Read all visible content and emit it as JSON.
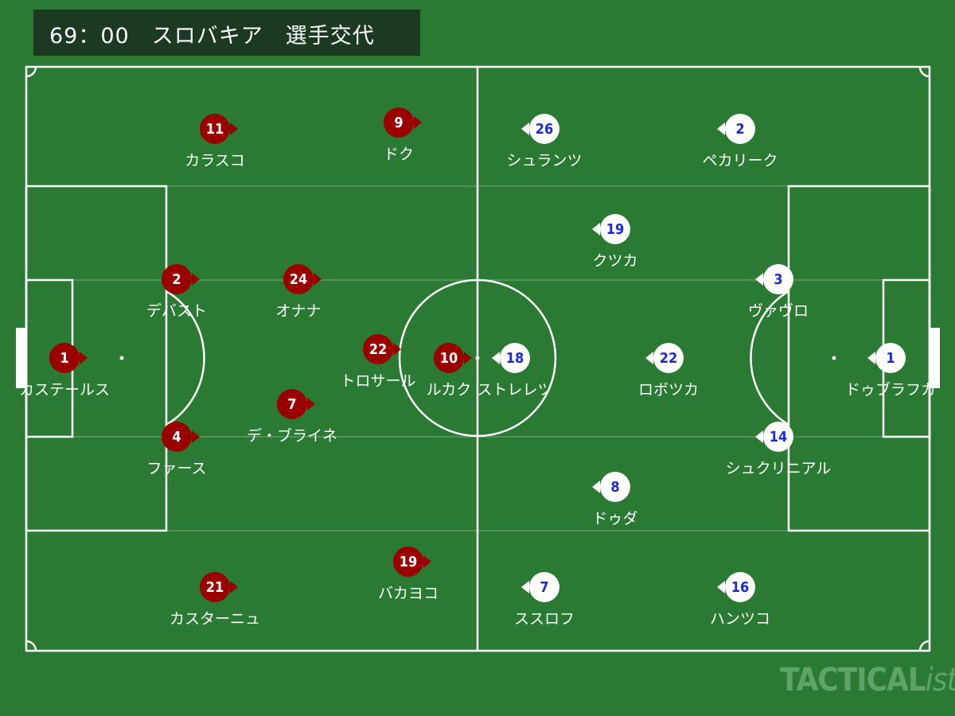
{
  "header": {
    "title": "69：00　スロバキア　選手交代"
  },
  "watermark": {
    "brand": "TACTICAL",
    "suffix": "ista"
  },
  "colors": {
    "pitch": "#2a7a33",
    "home_team": "#9b0000",
    "away_team": "#ffffff",
    "away_number": "#1a2bd6"
  },
  "home_players": [
    {
      "number": "1",
      "name": "カステールス"
    },
    {
      "number": "2",
      "name": "デバスト"
    },
    {
      "number": "4",
      "name": "ファース"
    },
    {
      "number": "11",
      "name": "カラスコ"
    },
    {
      "number": "24",
      "name": "オナナ"
    },
    {
      "number": "7",
      "name": "デ・ブライネ"
    },
    {
      "number": "21",
      "name": "カスターニュ"
    },
    {
      "number": "9",
      "name": "ドク"
    },
    {
      "number": "22",
      "name": "トロサール"
    },
    {
      "number": "19",
      "name": "バカヨコ"
    },
    {
      "number": "10",
      "name": "ルカク"
    }
  ],
  "away_players": [
    {
      "number": "1",
      "name": "ドゥブラフカ"
    },
    {
      "number": "3",
      "name": "ヴァヴロ"
    },
    {
      "number": "14",
      "name": "シュクリニアル"
    },
    {
      "number": "2",
      "name": "ペカリーク"
    },
    {
      "number": "16",
      "name": "ハンツコ"
    },
    {
      "number": "19",
      "name": "クツカ"
    },
    {
      "number": "22",
      "name": "ロボツカ"
    },
    {
      "number": "8",
      "name": "ドゥダ"
    },
    {
      "number": "26",
      "name": "シュランツ"
    },
    {
      "number": "7",
      "name": "ススロフ"
    },
    {
      "number": "18",
      "name": "ストレレツ"
    }
  ]
}
